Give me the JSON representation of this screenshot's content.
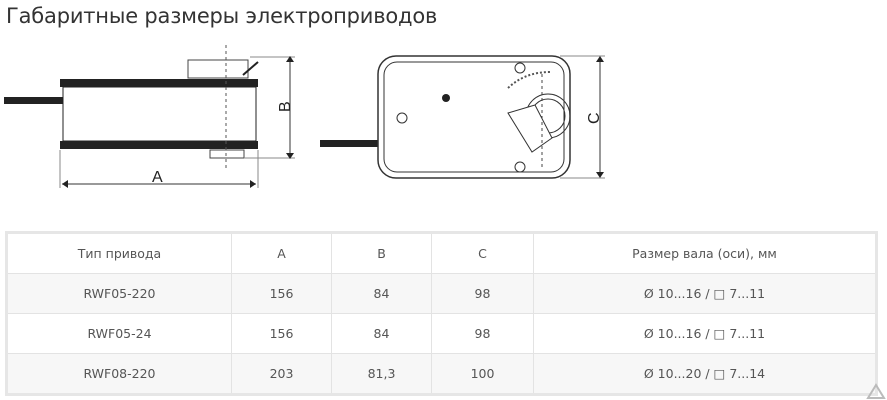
{
  "title": "Габаритные размеры электроприводов",
  "drawing": {
    "label_a": "A",
    "label_b": "B",
    "label_c": "C"
  },
  "table": {
    "headers": [
      "Тип привода",
      "A",
      "B",
      "C",
      "Размер вала (оси), мм"
    ],
    "rows": [
      [
        "RWF05-220",
        "156",
        "84",
        "98",
        "Ø 10...16 / □ 7...11"
      ],
      [
        "RWF05-24",
        "156",
        "84",
        "98",
        "Ø 10...16 / □ 7...11"
      ],
      [
        "RWF08-220",
        "203",
        "81,3",
        "100",
        "Ø 10...20 / □ 7...14"
      ]
    ]
  }
}
